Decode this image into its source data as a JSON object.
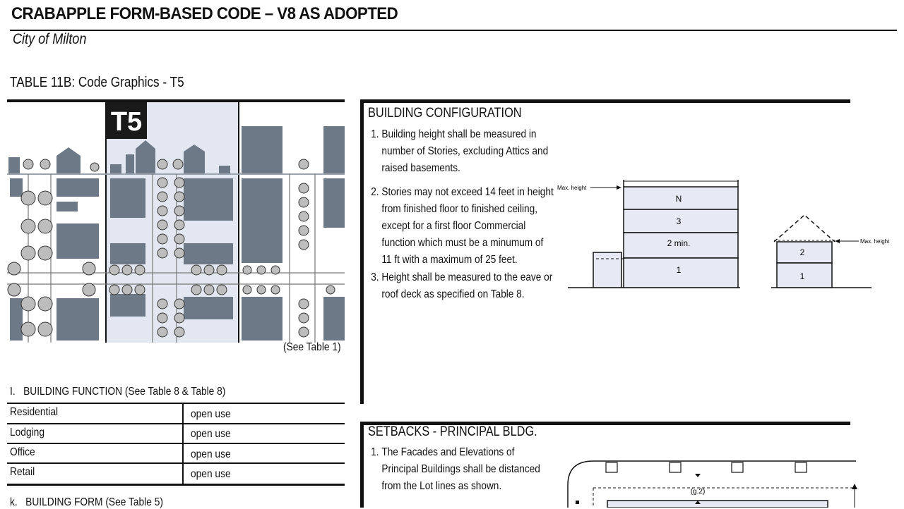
{
  "header": {
    "title": "CRABAPPLE FORM-BASED CODE – V8 AS ADOPTED",
    "subtitle": "City of Milton"
  },
  "table_title": "TABLE 11B: Code Graphics - T5",
  "map": {
    "zone_label": "T5",
    "see_table": "(See Table 1)"
  },
  "building_function": {
    "heading_prefix": "I.",
    "heading": "BUILDING FUNCTION",
    "heading_ref": "(See Table 8 & Table 8)",
    "rows": [
      {
        "use": "Residential",
        "value": "open use"
      },
      {
        "use": "Lodging",
        "value": "open use"
      },
      {
        "use": "Office",
        "value": "open use"
      },
      {
        "use": "Retail",
        "value": "open use"
      }
    ]
  },
  "building_form": {
    "heading_prefix": "k.",
    "heading": "BUILDING FORM",
    "heading_ref": "(See Table 5)"
  },
  "building_configuration": {
    "title": "BUILDING CONFIGURATION",
    "notes": [
      "Building height shall be measured in number of Stories, excluding Attics and raised basements.",
      "Stories may not exceed 14 feet in height from finished floor to finished ceiling, except for a first floor Commercial function which must be a minumum of 11 ft with a maximum of 25 feet.",
      "Height shall be measured to the eave or roof deck as specified on Table 8."
    ],
    "diagram": {
      "max_height_left": "Max. height",
      "max_height_right": "Max. height",
      "stories_left": [
        "N",
        "3",
        "2  min.",
        "1"
      ],
      "stories_right": [
        "2",
        "1"
      ]
    }
  },
  "setbacks": {
    "title": "SETBACKS - PRINCIPAL BLDG.",
    "notes": [
      "The Facades and Elevations of Principal Buildings shall be distanced from the Lot lines as shown."
    ],
    "diagram": {
      "label_g2": "(g.2)"
    }
  },
  "colors": {
    "ink": "#111111",
    "building_fill": "#6d7987",
    "zone_highlight": "#e3e7f1",
    "story_fill": "#e7eaf5",
    "tree_fill": "#bdbdbd"
  }
}
